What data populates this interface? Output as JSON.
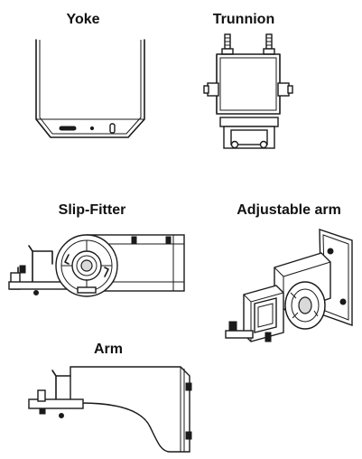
{
  "mounts": [
    {
      "label": "Yoke",
      "icon": "yoke-mount-drawing"
    },
    {
      "label": "Trunnion",
      "icon": "trunnion-mount-drawing"
    },
    {
      "label": "Slip-Fitter",
      "icon": "slip-fitter-mount-drawing"
    },
    {
      "label": "Adjustable arm",
      "icon": "adjustable-arm-mount-drawing"
    },
    {
      "label": "Arm",
      "icon": "arm-mount-drawing"
    }
  ],
  "colors": {
    "line": "#1a1a1a",
    "background": "#ffffff"
  }
}
